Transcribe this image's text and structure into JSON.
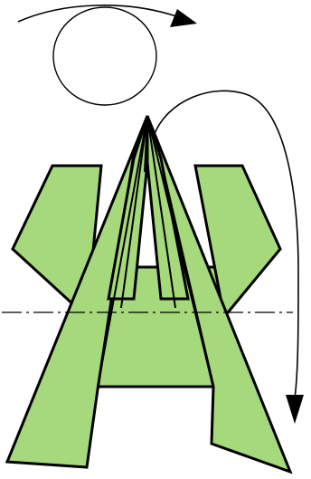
{
  "diagram": {
    "type": "origami-folding-step",
    "paper_color": "#a6d97c",
    "line_color": "#000000",
    "background": "#ffffff",
    "symbols": [
      "turn-over-arrow-icon",
      "circle-symbol",
      "fold-behind-arrow-icon",
      "mountain-fold-line"
    ]
  }
}
